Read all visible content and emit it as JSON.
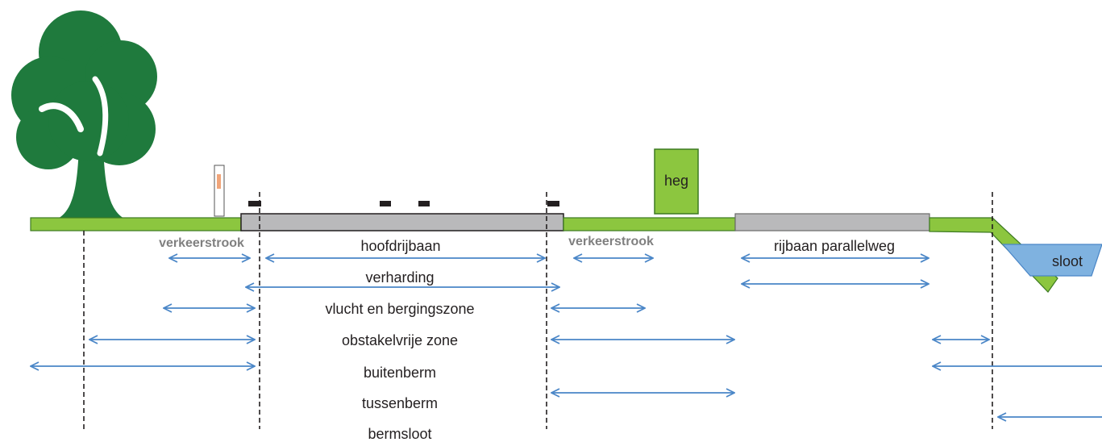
{
  "labels": {
    "verkeerstrook_left": "verkeerstrook",
    "verkeerstrook_right": "verkeerstrook",
    "hoofdrijbaan": "hoofdrijbaan",
    "rijbaan_parallelweg": "rijbaan parallelweg",
    "verharding": "verharding",
    "vlucht_en_bergingszone": "vlucht en bergingszone",
    "obstakelvrije_zone": "obstakelvrije zone",
    "buitenberm": "buitenberm",
    "tussenberm": "tussenberm",
    "bermsloot": "bermsloot",
    "heg": "heg",
    "sloot": "sloot"
  },
  "colors": {
    "tree": "#1f7a3d",
    "grass": "#8cc63f",
    "road": "#b9b9bb",
    "arrow": "#4a86c7",
    "water": "#7fb2e0",
    "marker": "#f0a57a",
    "text": "#231f20",
    "muted_text": "#808080"
  }
}
